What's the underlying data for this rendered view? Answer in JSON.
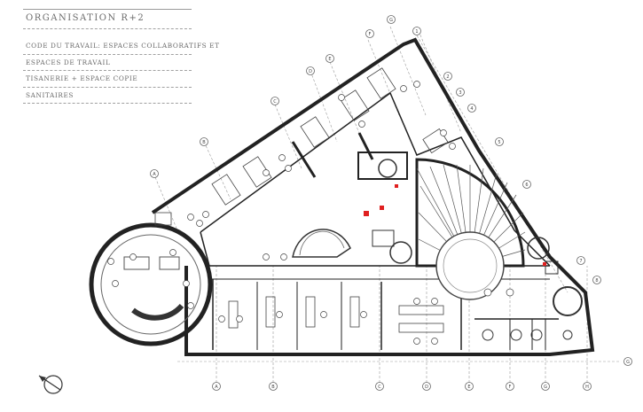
{
  "legend": {
    "title": "ORGANISATION R+2",
    "items": [
      "CODE DU TRAVAIL: ESPACES COLLABORATIFS ET",
      "ESPACES DE TRAVAIL",
      "TISANERIE + ESPACE COPIE",
      "SANITAIRES"
    ]
  },
  "grid_labels": {
    "top": [
      "G",
      "F",
      "E",
      "D",
      "C",
      "B",
      "A"
    ],
    "right": [
      "1",
      "2",
      "3",
      "4",
      "5",
      "6",
      "7",
      "8"
    ],
    "bottom": [
      "A",
      "B",
      "C",
      "D",
      "E",
      "F",
      "G",
      "H",
      "G"
    ]
  },
  "colors": {
    "wall": "#222222",
    "line": "#555555",
    "thin": "#888888",
    "legend_text": "#6b6b6b",
    "accent": "#e02020"
  }
}
